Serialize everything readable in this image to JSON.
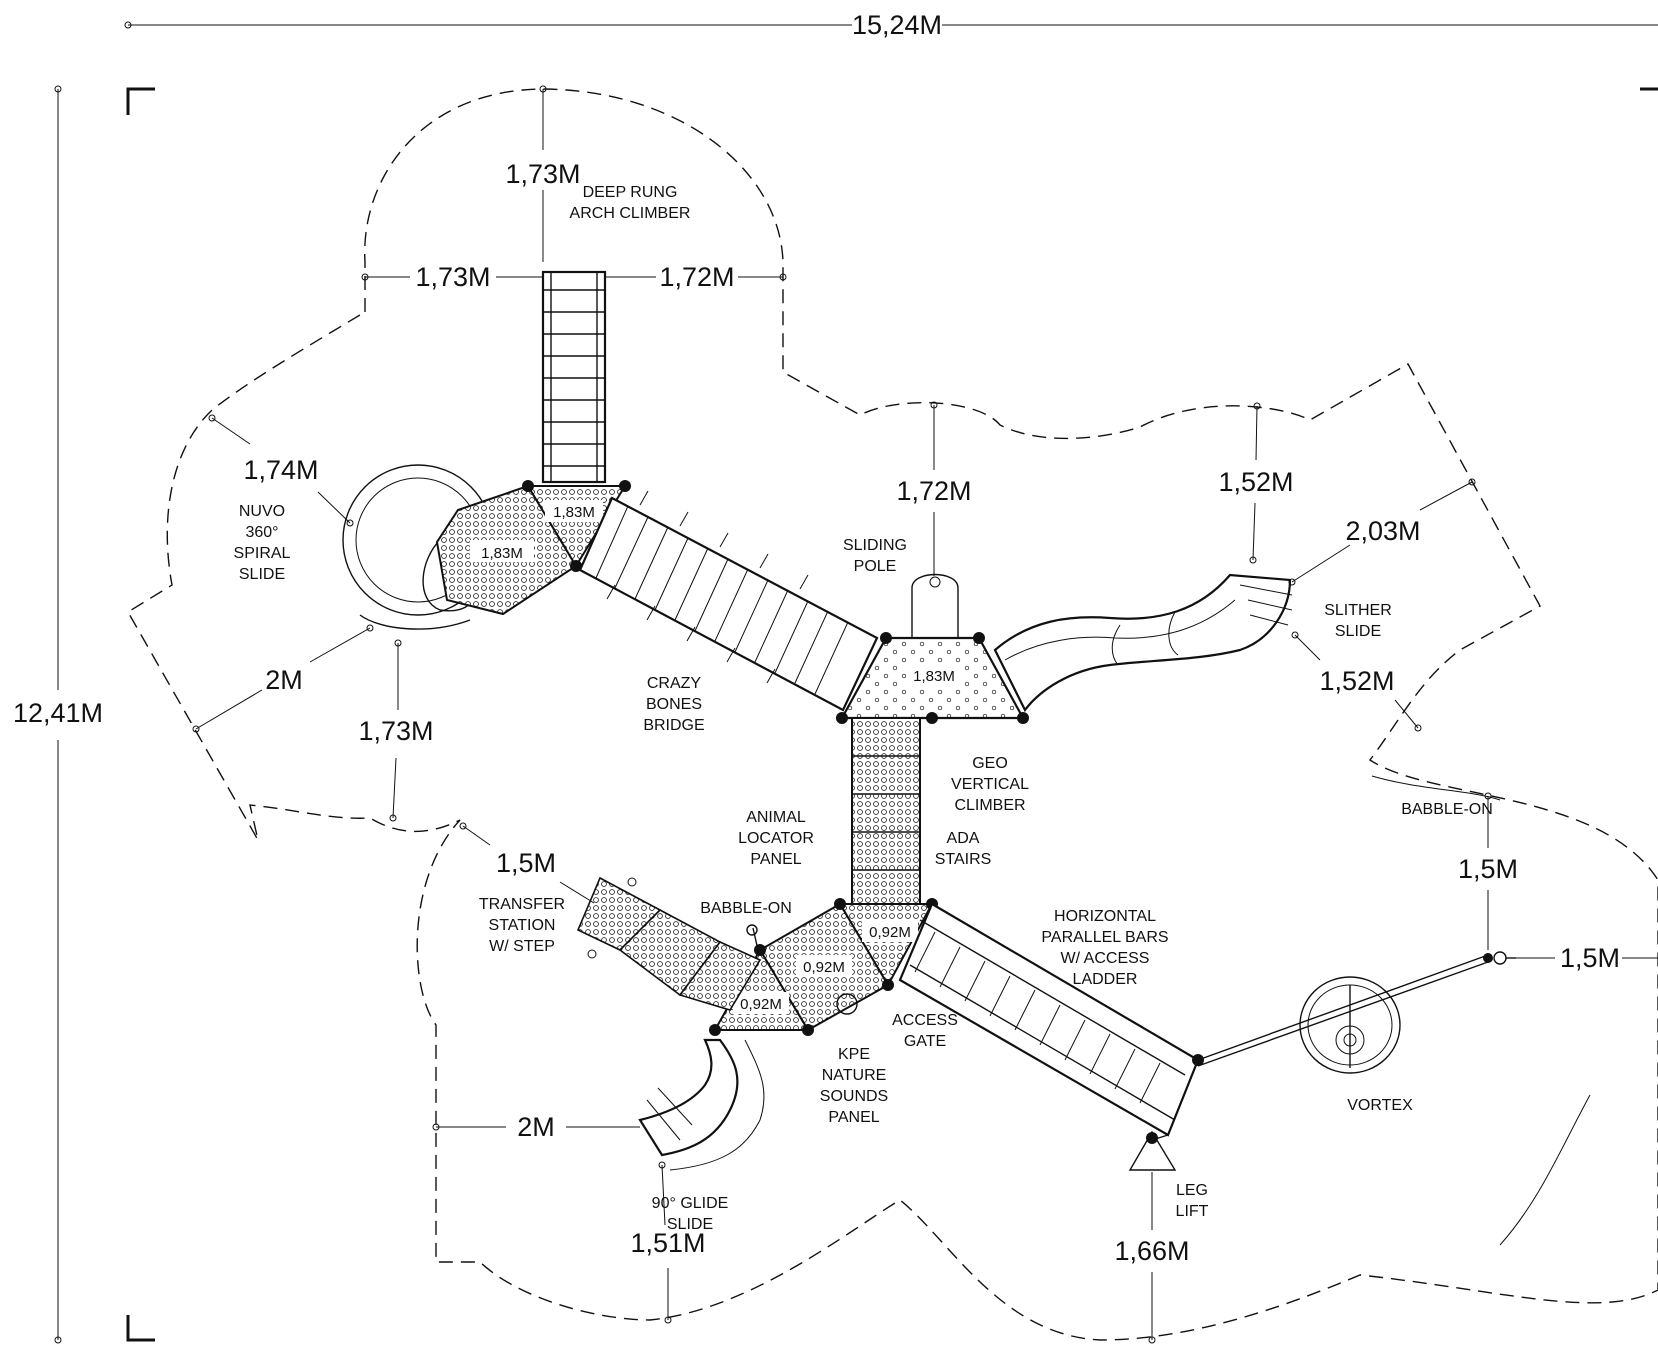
{
  "overall": {
    "width": "15,24M",
    "height": "12,41M"
  },
  "dimensions": {
    "arch_top": "1,73M",
    "arch_left": "1,73M",
    "arch_right": "1,72M",
    "spiral_upper": "1,74M",
    "spiral_left": "2M",
    "spiral_bottom": "1,73M",
    "sliding_pole": "1,72M",
    "slither_top": "1,52M",
    "slither_right": "2,03M",
    "slither_bottom": "1,52M",
    "babble_top": "1,5M",
    "babble_right": "1,5M",
    "transfer": "1,5M",
    "glide_left": "2M",
    "glide_bottom": "1,51M",
    "leg_lift": "1,66M"
  },
  "platforms": {
    "p1": "1,83M",
    "p2": "1,83M",
    "p3": "1,83M",
    "p4": "0,92M",
    "p5": "0,92M",
    "p6": "0,92M"
  },
  "components": {
    "arch_climber": [
      "DEEP RUNG",
      "ARCH CLIMBER"
    ],
    "spiral_slide": [
      "NUVO",
      "360°",
      "SPIRAL",
      "SLIDE"
    ],
    "sliding_pole": [
      "SLIDING",
      "POLE"
    ],
    "slither_slide": [
      "SLITHER",
      "SLIDE"
    ],
    "crazy_bones": [
      "CRAZY",
      "BONES",
      "BRIDGE"
    ],
    "geo_climber": [
      "GEO",
      "VERTICAL",
      "CLIMBER"
    ],
    "ada_stairs": [
      "ADA",
      "STAIRS"
    ],
    "animal_panel": [
      "ANIMAL",
      "LOCATOR",
      "PANEL"
    ],
    "babble_on_right": "BABBLE-ON",
    "babble_on_left": "BABBLE-ON",
    "transfer_station": [
      "TRANSFER",
      "STATION",
      "W/ STEP"
    ],
    "horizontal_bars": [
      "HORIZONTAL",
      "PARALLEL BARS",
      "W/ ACCESS",
      "LADDER"
    ],
    "access_gate": [
      "ACCESS",
      "GATE"
    ],
    "kpe_panel": [
      "KPE",
      "NATURE",
      "SOUNDS",
      "PANEL"
    ],
    "vortex": "VORTEX",
    "glide_slide": [
      "90° GLIDE",
      "SLIDE"
    ],
    "leg_lift": [
      "LEG",
      "LIFT"
    ]
  }
}
